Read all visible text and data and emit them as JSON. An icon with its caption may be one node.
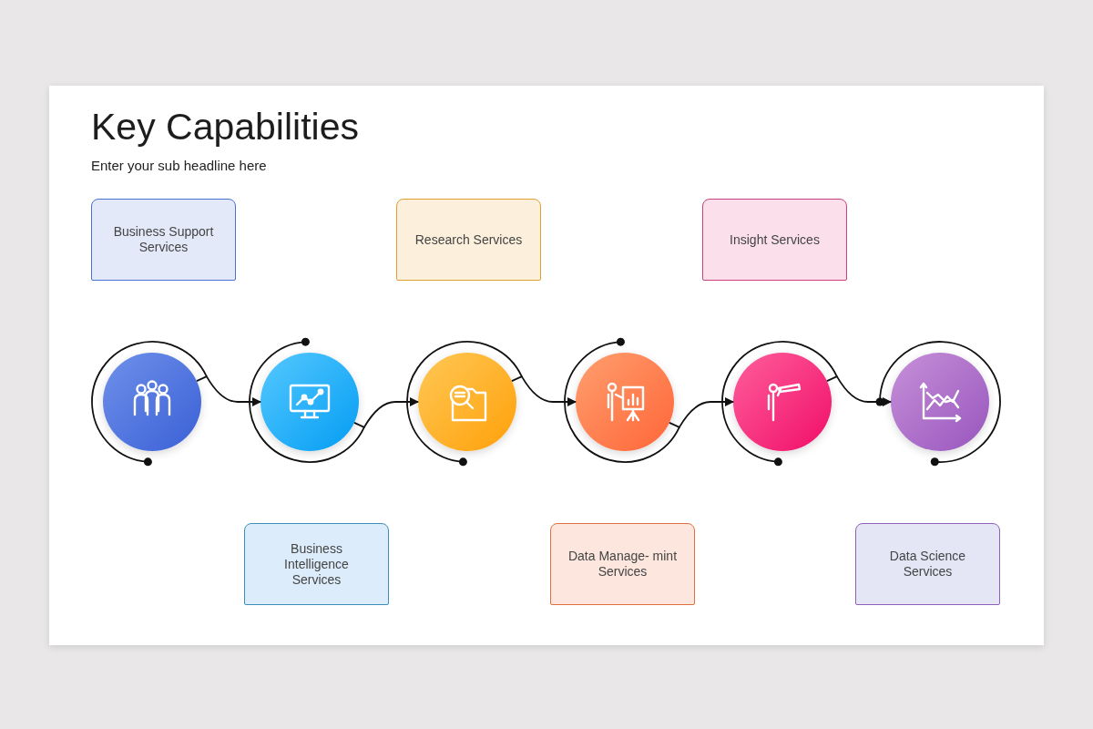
{
  "diagram": {
    "title": "Key Capabilities",
    "nodes": [
      {
        "text": [
          "Business Support Services"
        ]
      },
      {
        "text": [
          "Research Services"
        ]
      },
      {
        "text": [
          "Insight Services"
        ]
      },
      {
        "text": [],
        "shape": "circle"
      },
      {
        "text": [],
        "shape": "circle"
      },
      {
        "text": [],
        "shape": "circle"
      },
      {
        "text": [],
        "shape": "circle"
      },
      {
        "text": [],
        "shape": "circle"
      },
      {
        "text": [],
        "shape": "circle"
      },
      {
        "text": [
          "Business Intelligence Services"
        ]
      },
      {
        "text": [
          "Data Manage- mint Services"
        ]
      },
      {
        "text": [
          "Data Science Services"
        ]
      }
    ],
    "edges": [
      {
        "from": 3,
        "to": 4,
        "arrow": "to"
      },
      {
        "from": 4,
        "to": 5,
        "arrow": "to"
      },
      {
        "from": 5,
        "to": 6,
        "arrow": "to"
      },
      {
        "from": 6,
        "to": 7,
        "arrow": "to"
      },
      {
        "from": 7,
        "to": 8,
        "arrow": "to"
      }
    ],
    "labels": [
      "Enter your sub headline here"
    ]
  }
}
